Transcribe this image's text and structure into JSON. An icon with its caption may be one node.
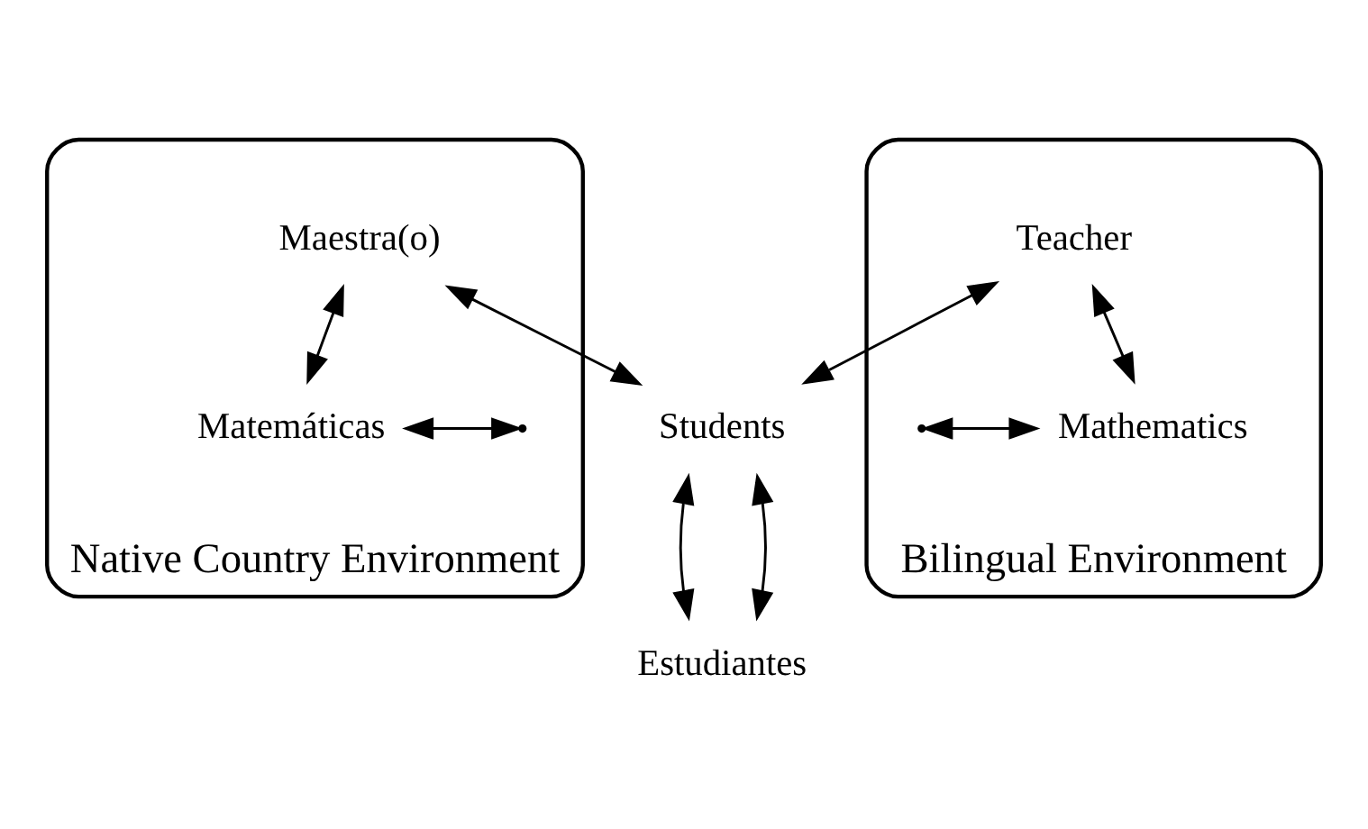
{
  "diagram": {
    "nodes": [
      {
        "text": [
          "Native Country Environment"
        ]
      },
      {
        "text": [
          "Bilingual Environment"
        ]
      },
      {
        "text": [
          "Maestra(o)"
        ],
        "in": 0
      },
      {
        "text": [
          "Matemáticas"
        ],
        "in": 0
      },
      {
        "text": [
          "Teacher"
        ],
        "in": 1
      },
      {
        "text": [
          "Mathematics"
        ],
        "in": 1
      },
      {
        "text": [
          "Students"
        ]
      },
      {
        "text": [
          "Estudiantes"
        ]
      }
    ],
    "edges": [
      {
        "from": 2,
        "to": 3,
        "arrow": "both"
      },
      {
        "from": 2,
        "to": 6,
        "arrow": "both"
      },
      {
        "from": 4,
        "to": 6,
        "arrow": "both"
      },
      {
        "from": 4,
        "to": 5,
        "arrow": "both"
      },
      {
        "from": 3,
        "to": null,
        "arrow": "both"
      },
      {
        "from": null,
        "to": 5,
        "arrow": "both"
      },
      {
        "from": 6,
        "to": 7,
        "arrow": "both"
      },
      {
        "from": 6,
        "to": 7,
        "arrow": "both"
      }
    ]
  }
}
